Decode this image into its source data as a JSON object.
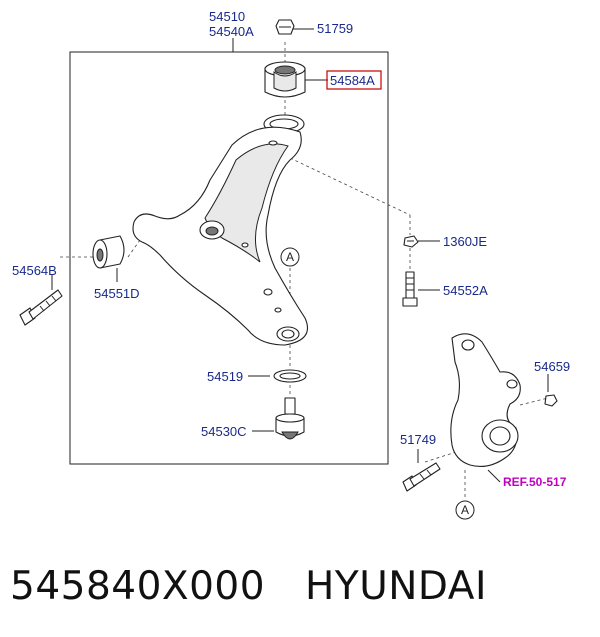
{
  "labels": {
    "arm_assy_1": "54510",
    "arm_assy_2": "54540A",
    "nut_top": "51759",
    "bushing_g": "54584A",
    "bushing_a": "54551D",
    "bolt_left": "54564B",
    "nut_mid": "1360JE",
    "bolt_mid": "54552A",
    "dust_cover": "54519",
    "ball_joint": "54530C",
    "nut_knuckle": "54659",
    "bolt_knuckle": "51749",
    "ref": "REF.50-517",
    "view_a_top": "A",
    "view_a_bottom": "A"
  },
  "caption": {
    "part_number": "545840X000",
    "brand": "HYUNDAI"
  },
  "colors": {
    "label_blue": "#1a2a8a",
    "highlight_red": "#d01010",
    "ref_magenta": "#c000c0"
  }
}
